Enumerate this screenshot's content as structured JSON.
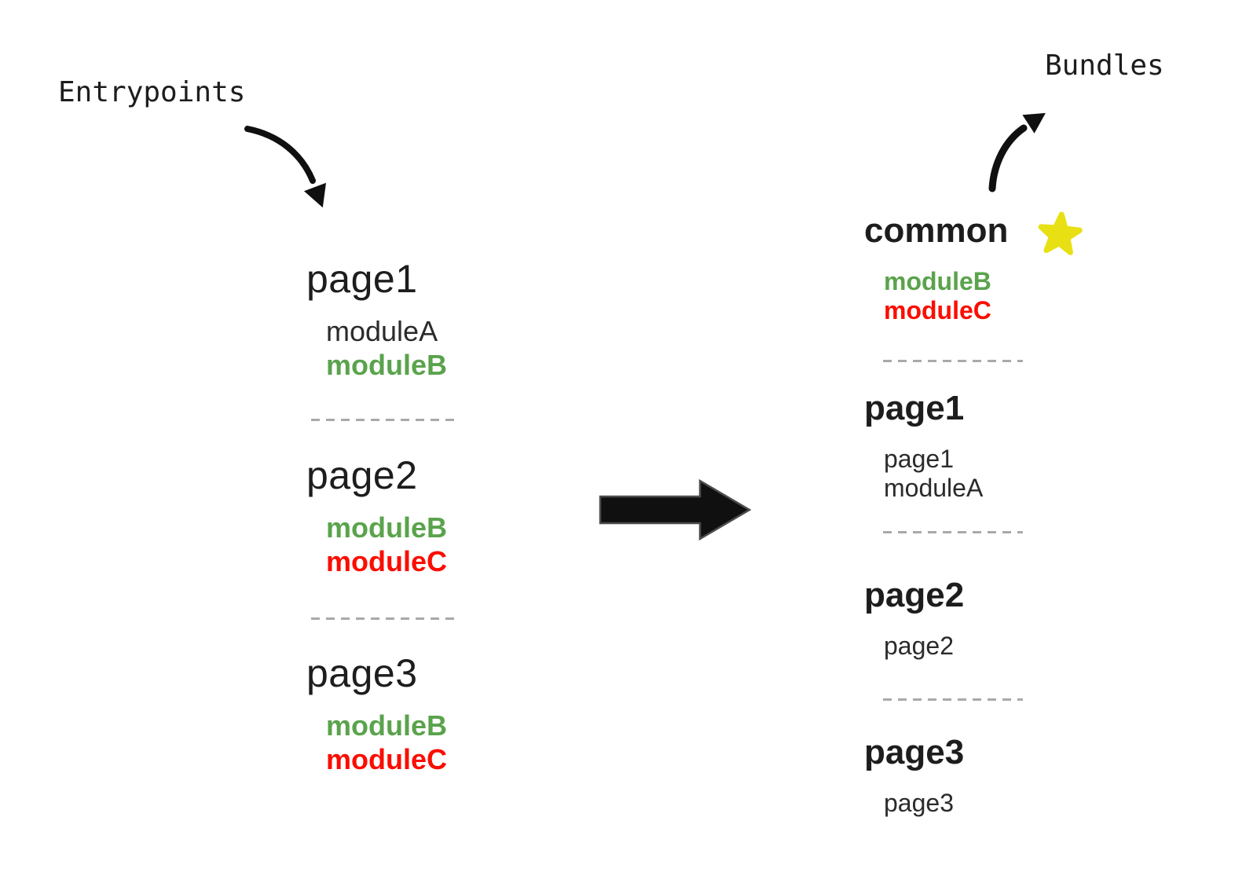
{
  "colors": {
    "ink": "#1d1d1d",
    "text": "#2b2b2b",
    "green": "#5aa34c",
    "red": "#fb0d00",
    "star": "#e8e013",
    "dash": "#a9a9a9",
    "arrow": "#101010"
  },
  "entrypoints": {
    "label": "Entrypoints",
    "sections": [
      {
        "title": "page1",
        "modules": [
          {
            "name": "moduleA",
            "color": "#2b2b2b"
          },
          {
            "name": "moduleB",
            "color": "#5aa34c"
          }
        ]
      },
      {
        "title": "page2",
        "modules": [
          {
            "name": "moduleB",
            "color": "#5aa34c"
          },
          {
            "name": "moduleC",
            "color": "#fb0d00"
          }
        ]
      },
      {
        "title": "page3",
        "modules": [
          {
            "name": "moduleB",
            "color": "#5aa34c"
          },
          {
            "name": "moduleC",
            "color": "#fb0d00"
          }
        ]
      }
    ]
  },
  "bundles": {
    "label": "Bundles",
    "sections": [
      {
        "title": "common",
        "starred": true,
        "modules": [
          {
            "name": "moduleB",
            "color": "#5aa34c"
          },
          {
            "name": "moduleC",
            "color": "#fb0d00"
          }
        ]
      },
      {
        "title": "page1",
        "modules": [
          {
            "name": "page1",
            "color": "#2b2b2b"
          },
          {
            "name": "moduleA",
            "color": "#2b2b2b"
          }
        ]
      },
      {
        "title": "page2",
        "modules": [
          {
            "name": "page2",
            "color": "#2b2b2b"
          }
        ]
      },
      {
        "title": "page3",
        "modules": [
          {
            "name": "page3",
            "color": "#2b2b2b"
          }
        ]
      }
    ]
  }
}
